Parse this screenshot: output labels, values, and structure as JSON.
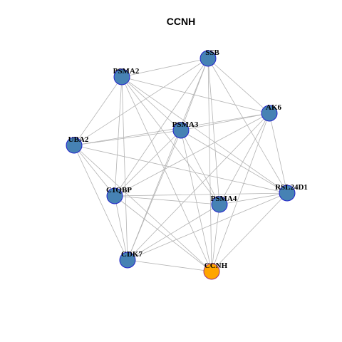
{
  "title": "CCNH",
  "colors": {
    "node_fill": "#4682B4",
    "node_stroke": "#2222CC",
    "highlight_fill": "#FFA500",
    "highlight_stroke": "#A0307A",
    "edge": "#B3B3B3"
  },
  "nodes": [
    {
      "id": "SSB",
      "label": "SSB"
    },
    {
      "id": "PSMA2",
      "label": "PSMA2"
    },
    {
      "id": "AK6",
      "label": "AK6"
    },
    {
      "id": "PSMA3",
      "label": "PSMA3"
    },
    {
      "id": "UBA2",
      "label": "UBA2"
    },
    {
      "id": "C1QBP",
      "label": "C1QBP"
    },
    {
      "id": "RSL24D1",
      "label": "RSL24D1"
    },
    {
      "id": "PSMA4",
      "label": "PSMA4"
    },
    {
      "id": "CDK7",
      "label": "CDK7"
    },
    {
      "id": "CCNH",
      "label": "CCNH",
      "highlight": true
    }
  ],
  "edges": [
    [
      "SSB",
      "PSMA2"
    ],
    [
      "SSB",
      "AK6"
    ],
    [
      "SSB",
      "PSMA3"
    ],
    [
      "SSB",
      "UBA2"
    ],
    [
      "SSB",
      "C1QBP"
    ],
    [
      "SSB",
      "RSL24D1"
    ],
    [
      "SSB",
      "PSMA4"
    ],
    [
      "SSB",
      "CDK7"
    ],
    [
      "SSB",
      "CCNH"
    ],
    [
      "PSMA2",
      "AK6"
    ],
    [
      "PSMA2",
      "PSMA3"
    ],
    [
      "PSMA2",
      "UBA2"
    ],
    [
      "PSMA2",
      "C1QBP"
    ],
    [
      "PSMA2",
      "RSL24D1"
    ],
    [
      "PSMA2",
      "PSMA4"
    ],
    [
      "PSMA2",
      "CDK7"
    ],
    [
      "PSMA2",
      "CCNH"
    ],
    [
      "AK6",
      "PSMA3"
    ],
    [
      "AK6",
      "UBA2"
    ],
    [
      "AK6",
      "C1QBP"
    ],
    [
      "AK6",
      "RSL24D1"
    ],
    [
      "AK6",
      "PSMA4"
    ],
    [
      "AK6",
      "CDK7"
    ],
    [
      "AK6",
      "CCNH"
    ],
    [
      "PSMA3",
      "UBA2"
    ],
    [
      "PSMA3",
      "C1QBP"
    ],
    [
      "PSMA3",
      "RSL24D1"
    ],
    [
      "PSMA3",
      "PSMA4"
    ],
    [
      "PSMA3",
      "CDK7"
    ],
    [
      "PSMA3",
      "CCNH"
    ],
    [
      "UBA2",
      "C1QBP"
    ],
    [
      "UBA2",
      "RSL24D1"
    ],
    [
      "UBA2",
      "CDK7"
    ],
    [
      "UBA2",
      "CCNH"
    ],
    [
      "C1QBP",
      "RSL24D1"
    ],
    [
      "C1QBP",
      "PSMA4"
    ],
    [
      "C1QBP",
      "CDK7"
    ],
    [
      "C1QBP",
      "CCNH"
    ],
    [
      "RSL24D1",
      "PSMA4"
    ],
    [
      "RSL24D1",
      "CDK7"
    ],
    [
      "RSL24D1",
      "CCNH"
    ],
    [
      "PSMA4",
      "CDK7"
    ],
    [
      "PSMA4",
      "CCNH"
    ],
    [
      "CDK7",
      "CCNH"
    ]
  ]
}
